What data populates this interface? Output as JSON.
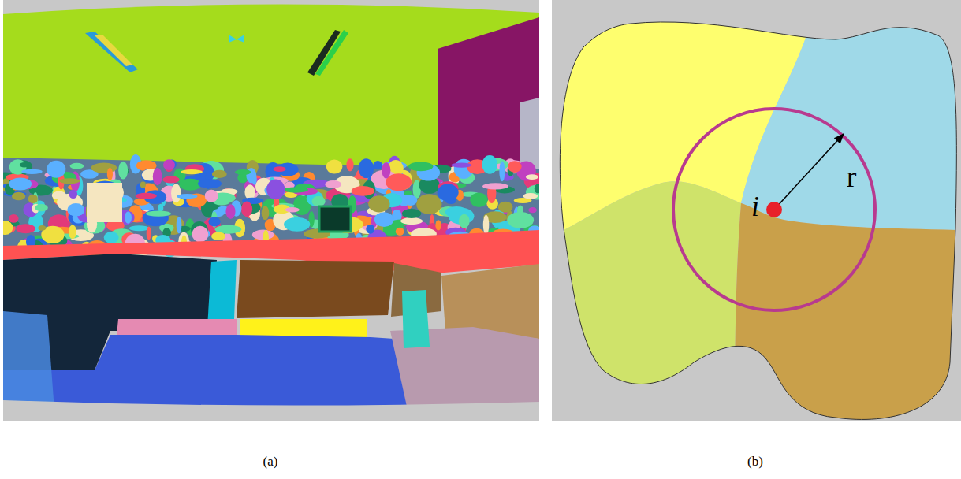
{
  "diagram": {
    "labels": [
      "(a)",
      "(b)",
      "i",
      "r"
    ]
  }
}
